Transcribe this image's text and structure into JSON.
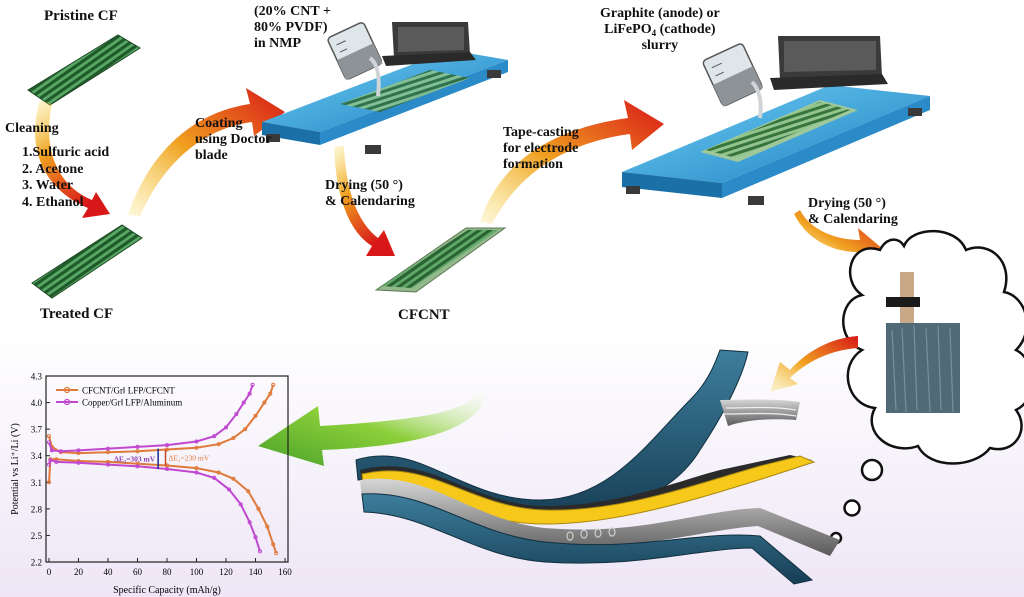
{
  "labels": {
    "pristine_cf": "Pristine CF",
    "cleaning": "Cleaning",
    "steps": [
      "1.Sulfuric acid",
      "2. Acetone",
      "3. Water",
      "4. Ethanol"
    ],
    "treated_cf": "Treated CF",
    "coating": [
      "Coating",
      "using Doctor",
      "blade"
    ],
    "slurry1": [
      "(20% CNT +",
      "80% PVDF)",
      "in NMP"
    ],
    "drying1": [
      "Drying (50 °)",
      "& Calendaring"
    ],
    "cfcnt": "CFCNT",
    "tape_casting": [
      "Tape-casting",
      "for electrode",
      "formation"
    ],
    "slurry2_line1": "Graphite (anode) or",
    "slurry2_line2_a": "LiFePO",
    "slurry2_line2_sub": "4",
    "slurry2_line2_b": " (cathode)",
    "slurry2_line3": "slurry",
    "drying2": [
      "Drying (50 °)",
      "& Calendaring"
    ]
  },
  "chart_data": {
    "type": "line",
    "xlabel": "Specific Capacity (mAh/g)",
    "ylabel": "Potential vs Li⁺/Li (V)",
    "xlim": [
      -2,
      162
    ],
    "ylim": [
      2.2,
      4.3
    ],
    "xticks": [
      0,
      20,
      40,
      60,
      80,
      100,
      120,
      140,
      160
    ],
    "yticks": [
      2.2,
      2.5,
      2.8,
      3.1,
      3.4,
      3.7,
      4.0,
      4.3
    ],
    "legend_position": "top-left",
    "series": [
      {
        "name": "CFCNT/Gr‖ LFP/CFCNT",
        "color": "#e07a3a",
        "charge": [
          [
            0,
            3.62
          ],
          [
            2,
            3.5
          ],
          [
            8,
            3.44
          ],
          [
            20,
            3.43
          ],
          [
            40,
            3.44
          ],
          [
            60,
            3.45
          ],
          [
            80,
            3.47
          ],
          [
            100,
            3.49
          ],
          [
            115,
            3.53
          ],
          [
            125,
            3.6
          ],
          [
            133,
            3.7
          ],
          [
            140,
            3.85
          ],
          [
            146,
            4.0
          ],
          [
            150,
            4.1
          ],
          [
            152,
            4.2
          ]
        ],
        "discharge": [
          [
            0,
            3.1
          ],
          [
            1,
            3.36
          ],
          [
            5,
            3.36
          ],
          [
            20,
            3.34
          ],
          [
            40,
            3.33
          ],
          [
            60,
            3.31
          ],
          [
            80,
            3.29
          ],
          [
            100,
            3.26
          ],
          [
            115,
            3.21
          ],
          [
            125,
            3.14
          ],
          [
            135,
            3.0
          ],
          [
            142,
            2.8
          ],
          [
            148,
            2.6
          ],
          [
            152,
            2.4
          ],
          [
            154,
            2.3
          ]
        ]
      },
      {
        "name": "Copper/Gr‖ LFP/Aluminum",
        "color": "#c048d0",
        "charge": [
          [
            0,
            3.55
          ],
          [
            2,
            3.46
          ],
          [
            8,
            3.45
          ],
          [
            20,
            3.46
          ],
          [
            40,
            3.48
          ],
          [
            60,
            3.5
          ],
          [
            80,
            3.52
          ],
          [
            100,
            3.56
          ],
          [
            112,
            3.62
          ],
          [
            120,
            3.72
          ],
          [
            127,
            3.87
          ],
          [
            132,
            4.0
          ],
          [
            136,
            4.1
          ],
          [
            138,
            4.2
          ]
        ],
        "discharge": [
          [
            0,
            3.3
          ],
          [
            1,
            3.35
          ],
          [
            5,
            3.33
          ],
          [
            20,
            3.32
          ],
          [
            40,
            3.3
          ],
          [
            60,
            3.28
          ],
          [
            80,
            3.25
          ],
          [
            100,
            3.21
          ],
          [
            112,
            3.15
          ],
          [
            122,
            3.02
          ],
          [
            130,
            2.85
          ],
          [
            136,
            2.65
          ],
          [
            140,
            2.48
          ],
          [
            143,
            2.32
          ]
        ]
      }
    ],
    "annotations": [
      {
        "text": "ΔE₂=303 mV",
        "color": "#8a3fb5"
      },
      {
        "text": "ΔE₁=230 mV",
        "color": "#e07a3a"
      }
    ]
  },
  "colors": {
    "fiber": "#2f6b35",
    "fiber_light": "#5aa866",
    "platform": "#3aa5e0",
    "arrow_red": "#d81e1e",
    "arrow_yellow": "#f0c020",
    "arrow_green": "#7bc43a",
    "layer_teal": "#2f6e8e",
    "layer_yellow": "#f6c819",
    "layer_gray": "#8d8d8d"
  }
}
